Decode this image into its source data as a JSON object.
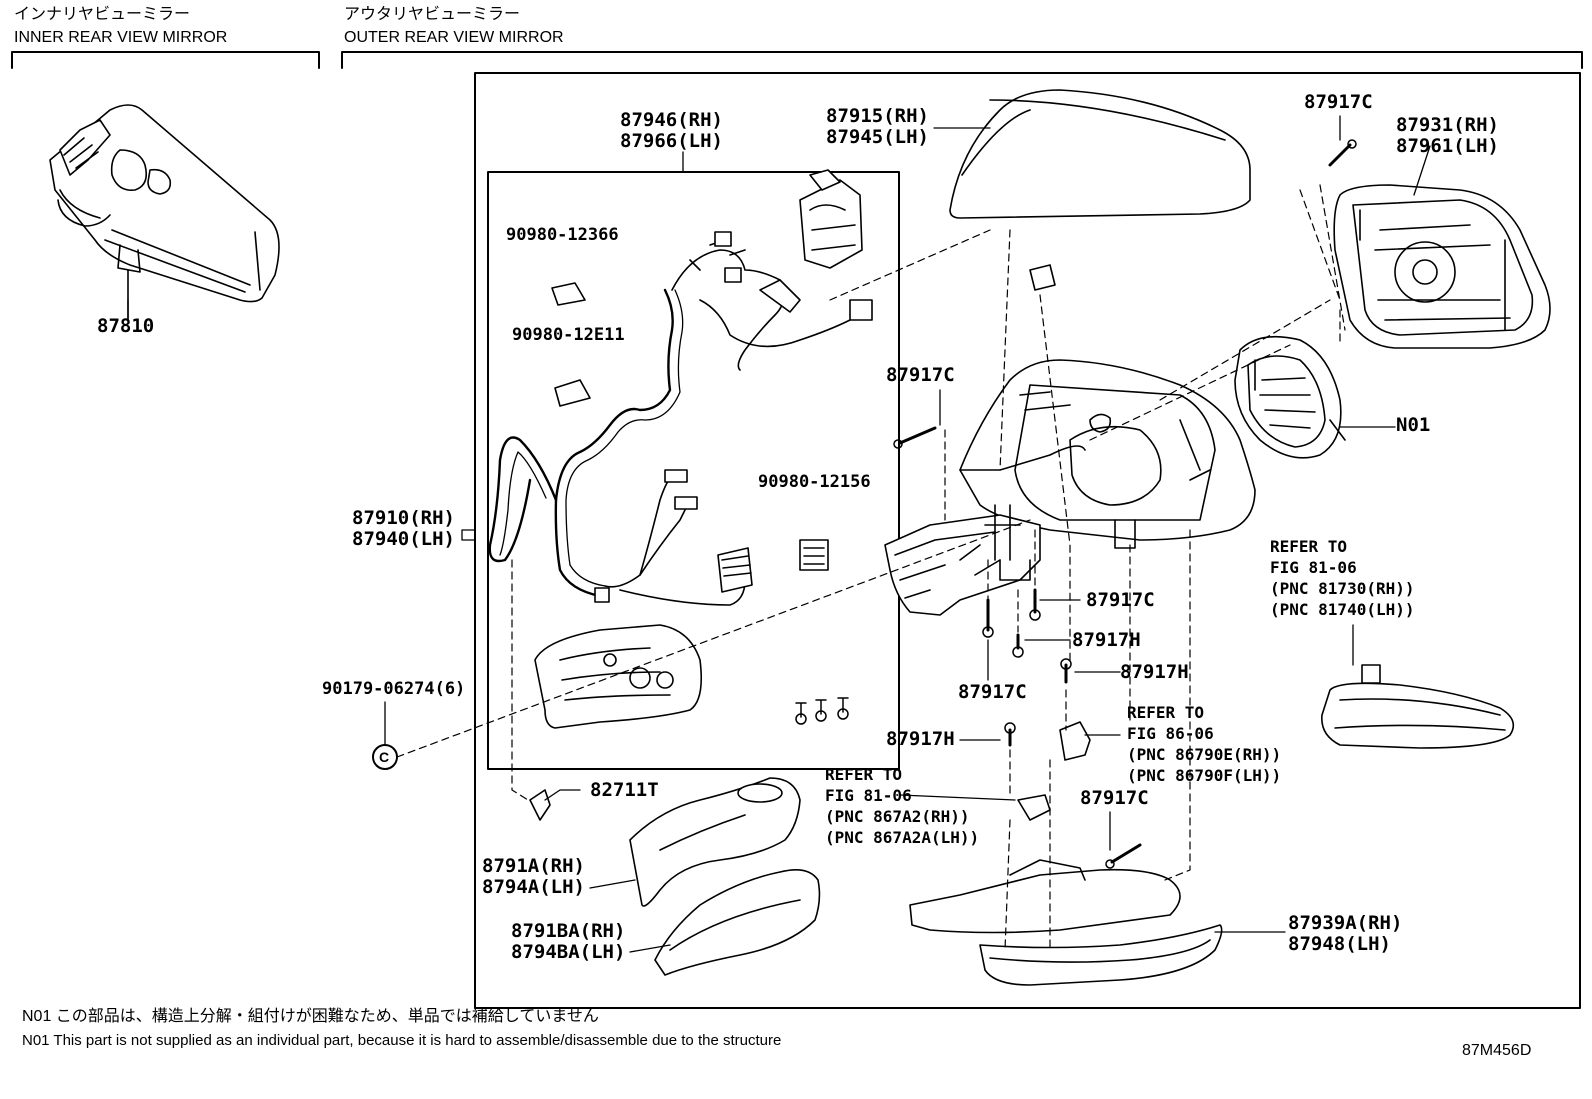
{
  "headers": {
    "inner": {
      "jp": "インナリヤビューミラー",
      "en": "INNER REAR VIEW MIRROR"
    },
    "outer": {
      "jp": "アウタリヤビューミラー",
      "en": "OUTER REAR VIEW MIRROR"
    }
  },
  "parts": {
    "p87810": "87810",
    "p87946": "87946(RH)",
    "p87966": "87966(LH)",
    "p87915": "87915(RH)",
    "p87945": "87945(LH)",
    "p87917c_top": "87917C",
    "p87931": "87931(RH)",
    "p87961": "87961(LH)",
    "p90980_12366": "90980-12366",
    "p90980_12e11": "90980-12E11",
    "p87917c_left": "87917C",
    "pN01": "N01",
    "p90980_12156": "90980-12156",
    "p87910": "87910(RH)",
    "p87940": "87940(LH)",
    "p87917c_mid": "87917C",
    "p87917h_a": "87917H",
    "p87917h_b": "87917H",
    "p87917c_low": "87917C",
    "p90179": "90179-06274(6)",
    "p87917h_c": "87917H",
    "p82711t": "82711T",
    "p87917c_bot": "87917C",
    "p8791a": "8791A(RH)",
    "p8794a": "8794A(LH)",
    "p8791ba": "8791BA(RH)",
    "p8794ba": "8794BA(LH)",
    "p87939a": "87939A(RH)",
    "p87948": "87948(LH)",
    "circle_c": "C"
  },
  "refs": {
    "ref_8106_right": [
      "REFER TO",
      "FIG 81-06",
      "(PNC 81730(RH))",
      "(PNC 81740(LH))"
    ],
    "ref_8606": [
      "REFER TO",
      "FIG 86-06",
      "(PNC 86790E(RH))",
      "(PNC 86790F(LH))"
    ],
    "ref_8106_center": [
      "REFER TO",
      "FIG 81-06",
      "(PNC 867A2(RH))",
      "(PNC 867A2A(LH))"
    ]
  },
  "notes": {
    "jp": "N01 この部品は、構造上分解・組付けが困難なため、単品では補給していません",
    "en": "N01 This part is not supplied as an individual part, because it is hard to assemble/disassemble due to the structure"
  },
  "figure_code": "87M456D"
}
